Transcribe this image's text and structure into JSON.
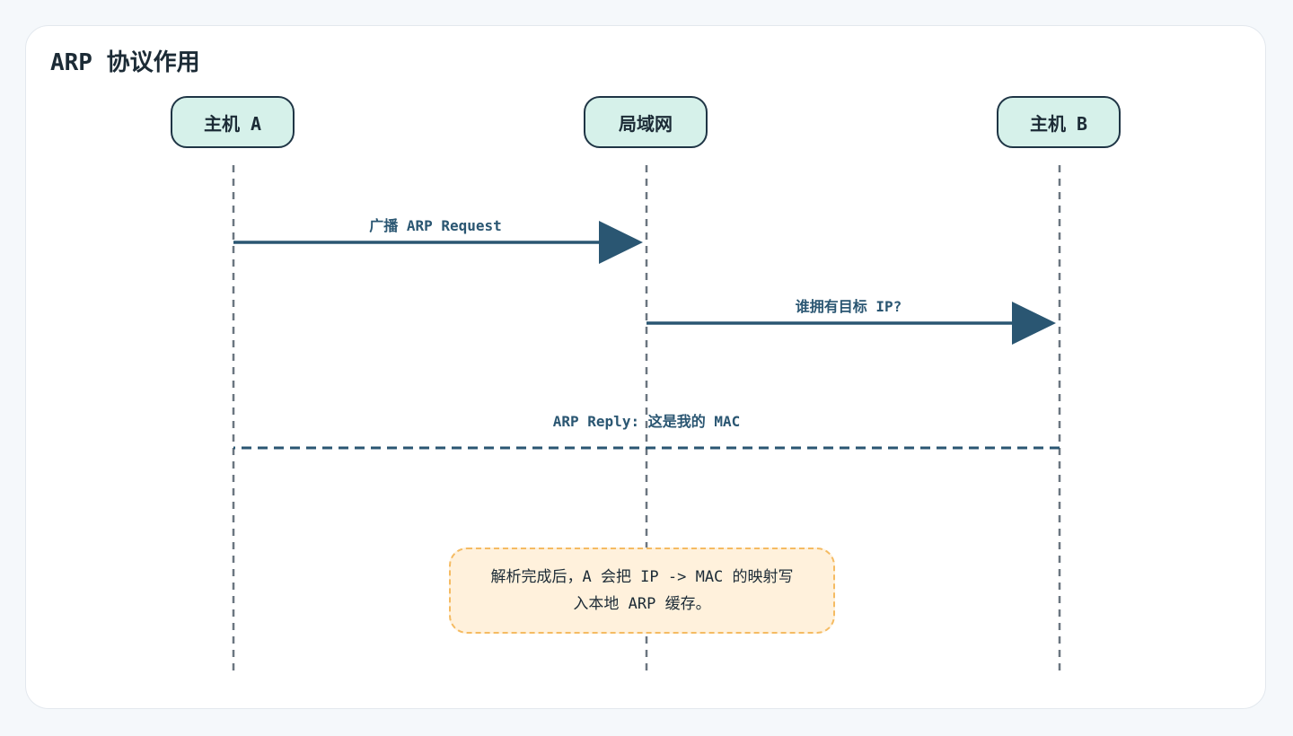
{
  "title": "ARP 协议作用",
  "participants": [
    {
      "label": "主机 A"
    },
    {
      "label": "局域网"
    },
    {
      "label": "主机 B"
    }
  ],
  "messages": [
    {
      "label": "广播 ARP Request",
      "from": 0,
      "to": 1,
      "style": "solid"
    },
    {
      "label": "谁拥有目标 IP?",
      "from": 1,
      "to": 2,
      "style": "solid"
    },
    {
      "label": "ARP Reply: 这是我的 MAC",
      "from": 2,
      "to": 0,
      "style": "dashed"
    }
  ],
  "note": {
    "text": "解析完成后，A 会把 IP -> MAC 的映射写入本地 ARP 缓存。"
  },
  "colors": {
    "actor_fill": "#d6f1ea",
    "actor_border": "#1f3545",
    "lifeline": "#6b7680",
    "arrow": "#2a5672",
    "note_fill": "#fff1dc",
    "note_border": "#f5bb62"
  }
}
